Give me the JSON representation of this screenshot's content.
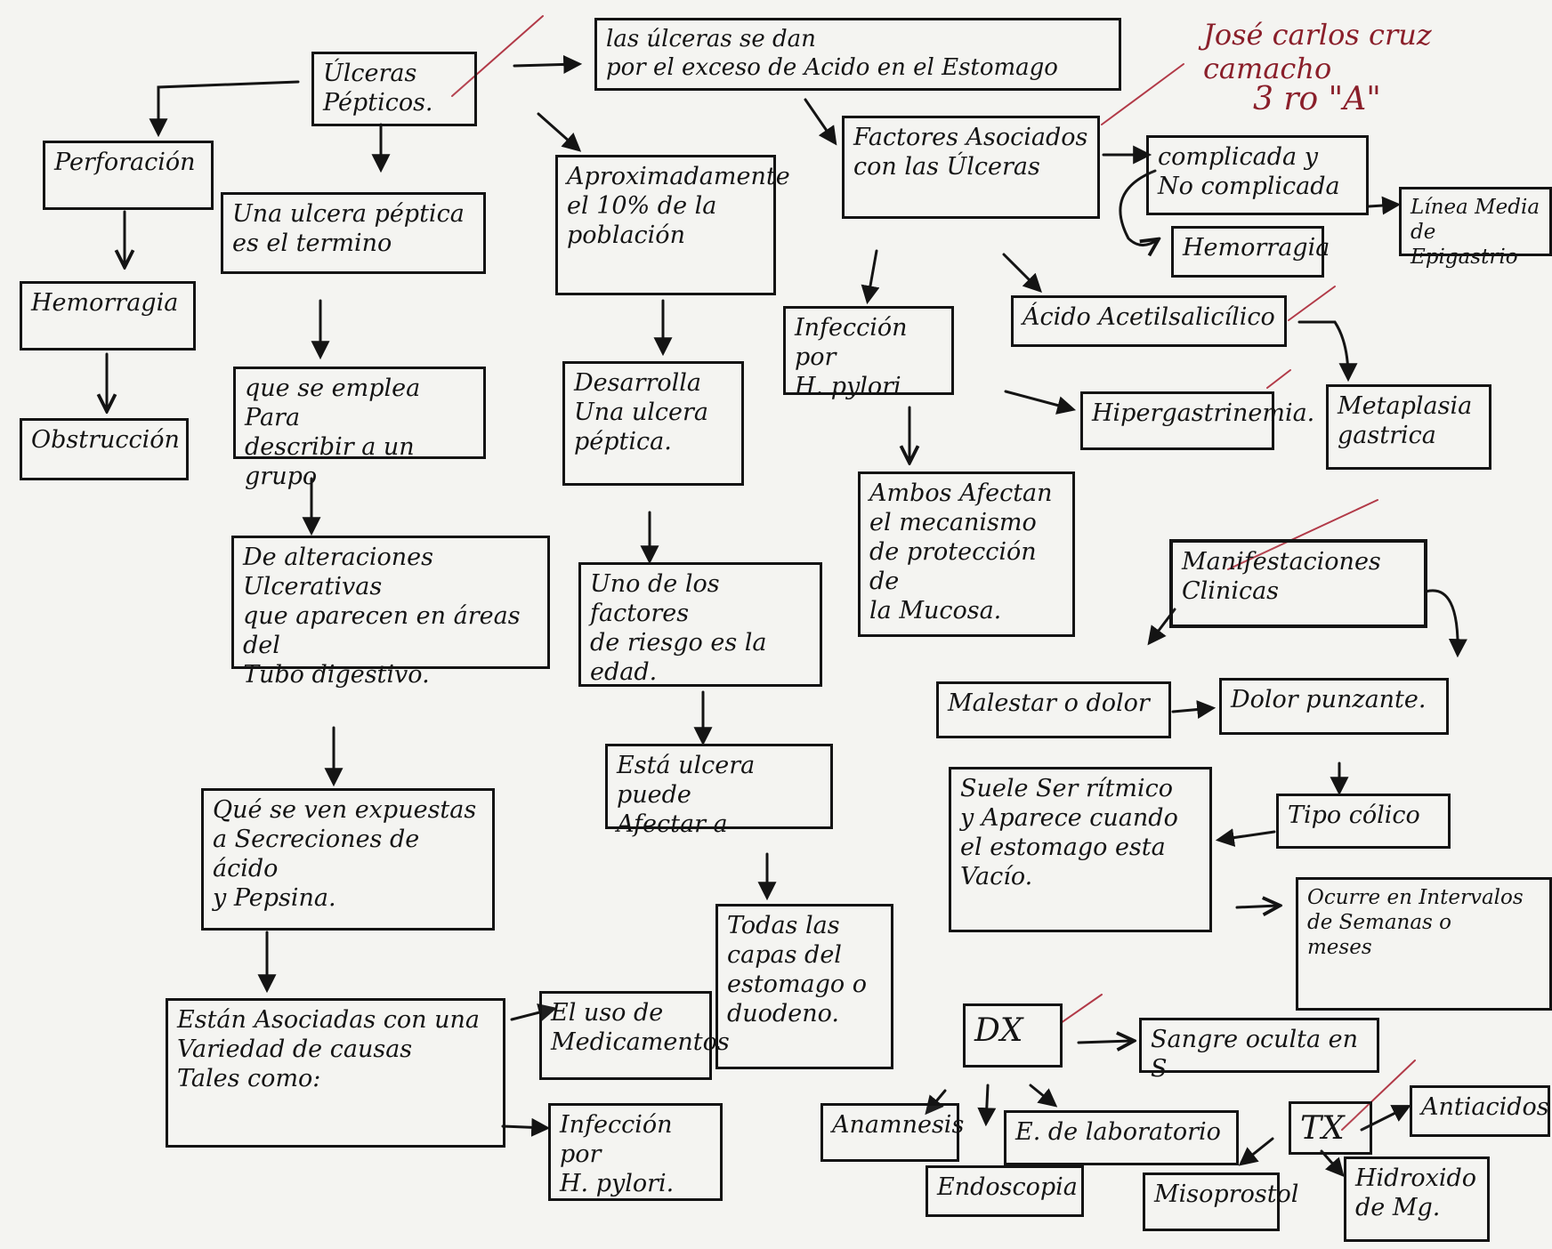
{
  "author": {
    "name": "José carlos cruz camacho",
    "group": "3 ro \"A\"",
    "ink_color": "#8a1f2a"
  },
  "nodes": {
    "ulceras_pepticos": "Úlceras\nPépticos.",
    "exceso_acido": "las úlceras se dan\npor el exceso de Acido en el Estomago",
    "perforacion": "Perforación",
    "hemorragia_left": "Hemorragia",
    "obstruccion": "Obstrucción",
    "una_ulcera": "Una ulcera péptica\nes el termino",
    "que_se_emplea": "que se emplea Para\ndescribir a un grupo",
    "alteraciones": "De alteraciones Ulcerativas\nque aparecen en áreas del\nTubo digestivo.",
    "expuestas": "Qué se ven expuestas\na Secreciones de ácido\ny Pepsina.",
    "asociadas": "Están Asociadas con una\nVariedad de causas\nTales como:",
    "aproximadamente": "Aproximadamente\nel 10% de la\npoblación",
    "desarrolla": "Desarrolla\nUna ulcera\npéptica.",
    "factores_riesgo": "Uno de los factores\nde riesgo es la\nedad.",
    "afectar": "Está ulcera puede\nAfectar a",
    "todas_capas": "Todas las\ncapas del\nestomago o\nduodeno.",
    "uso_medicamentos": "El uso de\nMedicamentos",
    "infeccion_bottom": "Infección por\nH. pylori.",
    "factores_asociados": "Factores Asociados\ncon las Úlceras",
    "infeccion_mid": "Infección por\nH. pylori",
    "ambos": "Ambos Afectan\nel mecanismo\nde protección de\nla Mucosa.",
    "acido_acetil": "Ácido Acetilsalicílico",
    "hipergastrinemia": "Hipergastrinemia.",
    "metaplasia": "Metaplasia\ngastrica",
    "complicada": "complicada y\nNo complicada",
    "hemorragia_right": "Hemorragia",
    "linea_media": "Línea Media\nde Epigastrio",
    "manifestaciones": "Manifestaciones\nClinicas",
    "malestar": "Malestar o dolor",
    "dolor_punzante": "Dolor punzante.",
    "tipo_colico": "Tipo cólico",
    "suele_ser": "Suele Ser rítmico\ny Aparece cuando\nel estomago esta\nVacío.",
    "intervalos": "Ocurre en Intervalos\nde Semanas o\nmeses",
    "dx": "DX",
    "sangre_oculta": "Sangre oculta en S",
    "anamnesis": "Anamnesis",
    "laboratorio": "E. de laboratorio",
    "endoscopia": "Endoscopia",
    "tx": "TX",
    "antiacidos": "Antiacidos",
    "misoprostol": "Misoprostol",
    "hidroxido": "Hidroxido\nde Mg."
  }
}
